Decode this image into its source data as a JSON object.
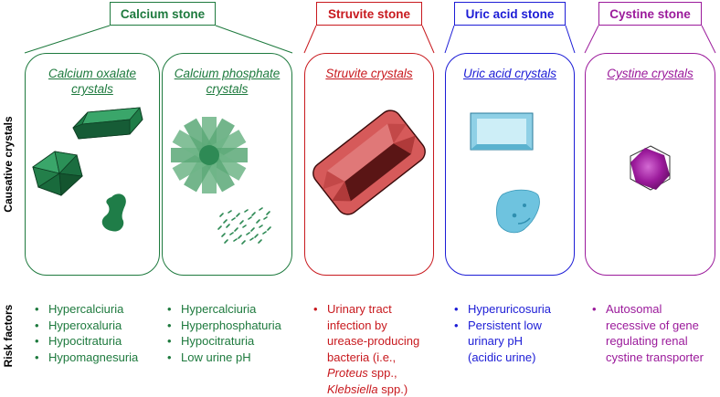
{
  "headers": {
    "calcium": "Calcium stone",
    "struvite": "Struvite stone",
    "uric": "Uric acid stone",
    "cystine": "Cystine stone"
  },
  "row_labels": {
    "crystals": "Causative crystals",
    "risk": "Risk factors"
  },
  "panels": {
    "calcium_oxalate": {
      "line1": "Calcium oxalate",
      "line2": "crystals"
    },
    "calcium_phosphate": {
      "line1": "Calcium phosphate",
      "line2": "crystals"
    },
    "struvite": {
      "line1": "Struvite crystals"
    },
    "uric": {
      "line1": "Uric acid crystals"
    },
    "cystine": {
      "line1": "Cystine crystals"
    }
  },
  "risk_factors": {
    "calcium_oxalate": [
      "Hypercalciuria",
      "Hyperoxaluria",
      "Hypocitraturia",
      "Hypomagnesuria"
    ],
    "calcium_phosphate": [
      "Hypercalciuria",
      "Hyperphosphaturia",
      "Hypocitraturia",
      "Low urine pH"
    ],
    "struvite": {
      "l1": "Urinary tract",
      "l2": "infection by",
      "l3": "urease-producing",
      "l4": "bacteria (i.e.,",
      "l5_italic": "Proteus",
      "l5_rest": " spp.,",
      "l6_italic": "Klebsiella",
      "l6_rest": " spp.)"
    },
    "uric": {
      "i1": "Hyperuricosuria",
      "i2a": "Persistent low",
      "i2b": "urinary pH",
      "i2c": "(acidic urine)"
    },
    "cystine": {
      "l1": "Autosomal",
      "l2": "recessive of gene",
      "l3": "regulating renal",
      "l4": "cystine transporter"
    }
  },
  "colors": {
    "calcium": "#1e7a3e",
    "struvite": "#c8191e",
    "uric": "#1c1cd6",
    "cystine": "#9b1a9b"
  }
}
